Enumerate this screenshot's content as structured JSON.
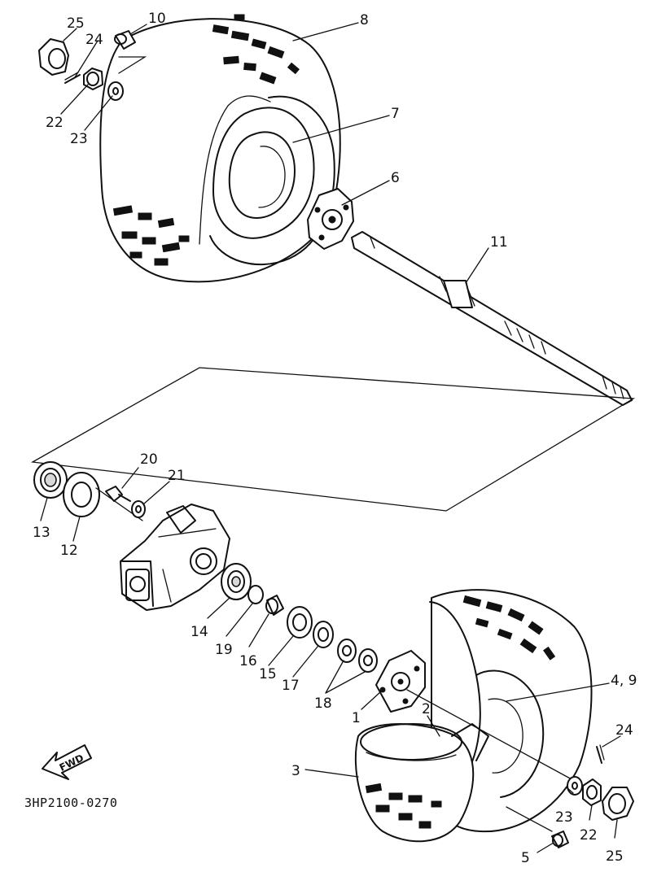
{
  "labels": {
    "l25a": "25",
    "l10": "10",
    "l24a": "24",
    "l8": "8",
    "l22a": "22",
    "l23a": "23",
    "l7": "7",
    "l6": "6",
    "l11": "11",
    "l20": "20",
    "l21": "21",
    "l13": "13",
    "l12": "12",
    "l14": "14",
    "l19": "19",
    "l16": "16",
    "l15": "15",
    "l17": "17",
    "l18": "18",
    "l1": "1",
    "l2": "2",
    "l3": "3",
    "l49": "4, 9",
    "l24b": "24",
    "l23b": "23",
    "l22b": "22",
    "l25b": "25",
    "l5": "5"
  },
  "fwd_label": "FWD",
  "diagram_code": "3HP2100-0270"
}
